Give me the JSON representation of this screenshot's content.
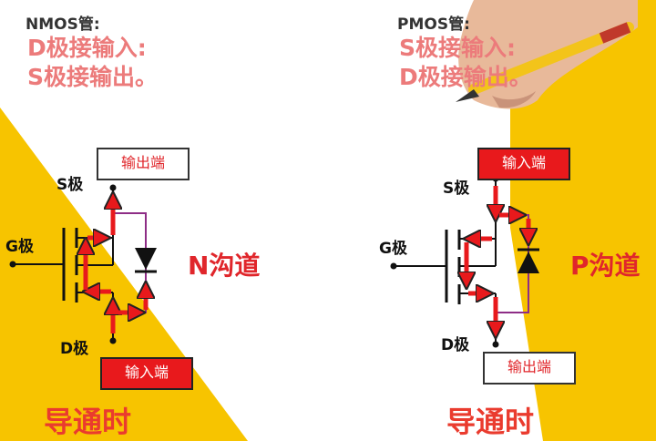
{
  "colors": {
    "yellow": "#f7c400",
    "arrow_red": "#e8191c",
    "wire_purple": "#8e2d86",
    "text_red": "#e0262b",
    "text_pink": "#ec7b7b"
  },
  "nmos": {
    "heading": "NMOS管:",
    "line1": "D极接输入:",
    "line2": "S极接输出。",
    "s_label": "S极",
    "g_label": "G极",
    "d_label": "D极",
    "top_box": "输出端",
    "bottom_box": "输入端",
    "channel": "N沟道",
    "caption": "导通时"
  },
  "pmos": {
    "heading": "PMOS管:",
    "line1": "S极接输入:",
    "line2": "D极接输出。",
    "s_label": "S极",
    "g_label": "G极",
    "d_label": "D极",
    "top_box": "输入端",
    "bottom_box": "输出端",
    "channel": "P沟道",
    "caption": "导通时"
  },
  "illustration": "hand-with-pencil"
}
